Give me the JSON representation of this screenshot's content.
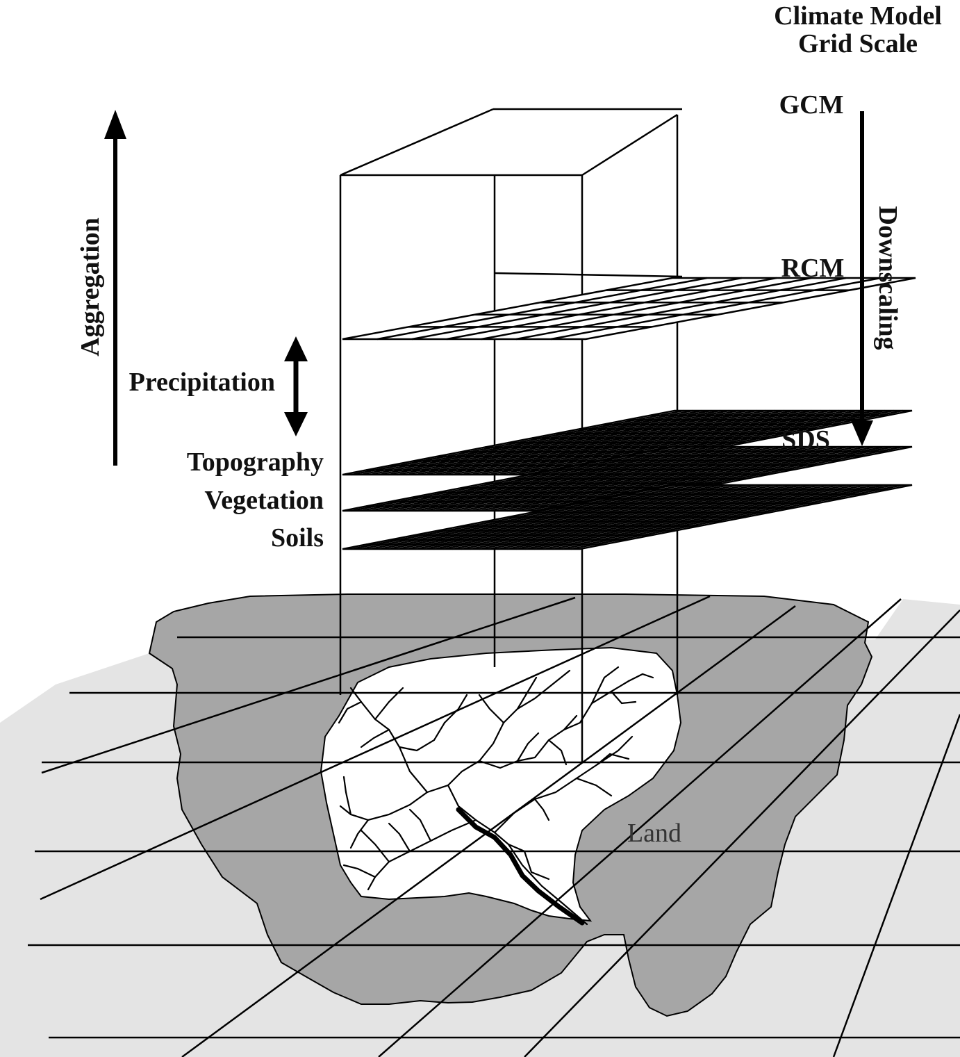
{
  "header": {
    "line1": "Climate Model",
    "line2": "Grid Scale"
  },
  "scales": {
    "gcm": "GCM",
    "rcm": "RCM",
    "sds": "SDS"
  },
  "arrows": {
    "aggregation": "Aggregation",
    "downscaling": "Downscaling"
  },
  "layers": {
    "precipitation": "Precipitation",
    "topography": "Topography",
    "vegetation": "Vegetation",
    "soils": "Soils"
  },
  "land_label": "Land",
  "colors": {
    "land": "#a6a6a6",
    "shadow": "#e4e4e4",
    "line": "#000000",
    "watershed": "#ffffff"
  }
}
